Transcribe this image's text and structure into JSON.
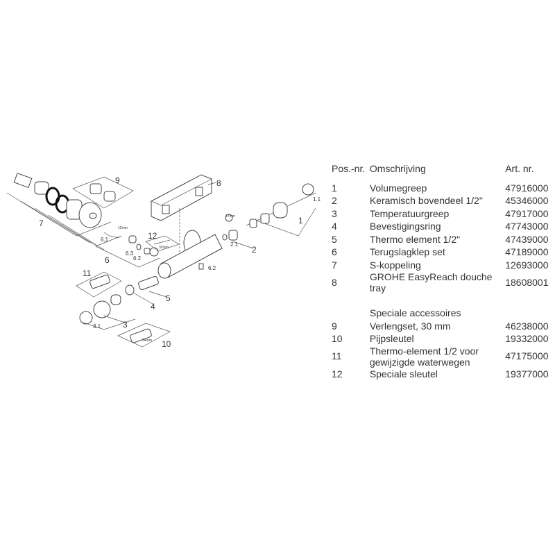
{
  "diagram": {
    "labels": {
      "p1": "1",
      "p1_1": "1.1",
      "p2": "2",
      "p2_1": "2.1",
      "p3": "3",
      "p3_1": "3.1",
      "p4": "4",
      "p5": "5",
      "p6": "6",
      "p6_1": "6.1",
      "p6_2": "6.2",
      "p6_3": "6.3",
      "p6_2b": "6.2",
      "p7": "7",
      "p8": "8",
      "p9": "9",
      "p10": "10",
      "p11": "11",
      "p12": "12"
    },
    "dimensions": {
      "d17": "17mm",
      "d12": "12mm",
      "d32": "32mm",
      "d34": "34mm"
    }
  },
  "table": {
    "headers": {
      "pos": "Pos.-nr.",
      "desc": "Omschrijving",
      "art": "Art. nr."
    },
    "rows": [
      {
        "pos": "1",
        "desc": "Volumegreep",
        "art": "47916000"
      },
      {
        "pos": "2",
        "desc": "Keramisch bovendeel 1/2\"",
        "art": "45346000"
      },
      {
        "pos": "3",
        "desc": "Temperatuurgreep",
        "art": "47917000"
      },
      {
        "pos": "4",
        "desc": "Bevestigingsring",
        "art": "47743000"
      },
      {
        "pos": "5",
        "desc": "Thermo element 1/2\"",
        "art": "47439000"
      },
      {
        "pos": "6",
        "desc": "Terugslagklep set",
        "art": "47189000"
      },
      {
        "pos": "7",
        "desc": "S-koppeling",
        "art": "12693000"
      },
      {
        "pos": "8",
        "desc": "GROHE EasyReach douche tray",
        "art": "18608001"
      }
    ],
    "section_title": "Speciale accessoires",
    "accessories": [
      {
        "pos": "9",
        "desc": "Verlengset, 30 mm",
        "art": "46238000"
      },
      {
        "pos": "10",
        "desc": "Pijpsleutel",
        "art": "19332000"
      },
      {
        "pos": "11",
        "desc": "Thermo-element 1/2 voor gewijzigde waterwegen",
        "art": "47175000"
      },
      {
        "pos": "12",
        "desc": "Speciale sleutel",
        "art": "19377000"
      }
    ]
  }
}
